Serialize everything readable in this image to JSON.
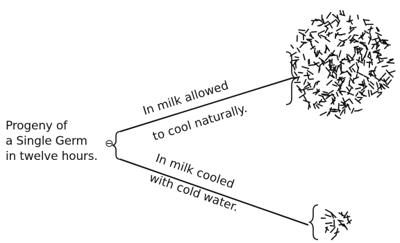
{
  "source_label": {
    "line1": "Progeny of",
    "line2": "a Single Germ",
    "line3": "in twelve hours.",
    "symbol": "⊖"
  },
  "branches": [
    {
      "line1": "In milk allowed",
      "line2": "to cool naturally."
    },
    {
      "line1": "In milk cooled",
      "line2": "with cold water."
    }
  ]
}
